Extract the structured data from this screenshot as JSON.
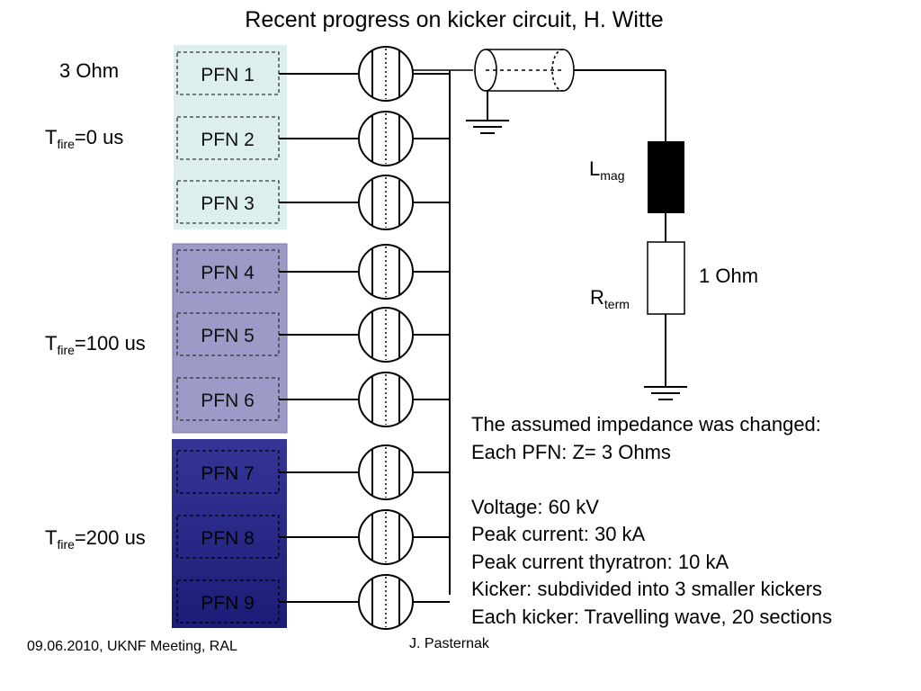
{
  "title": "Recent progress on kicker circuit, H. Witte",
  "pfn_labels": [
    "PFN 1",
    "PFN 2",
    "PFN 3",
    "PFN 4",
    "PFN 5",
    "PFN 6",
    "PFN 7",
    "PFN 8",
    "PFN 9"
  ],
  "groups": [
    {
      "label_main": "3 Ohm",
      "color": "#dcefed"
    },
    {
      "label_main": "T",
      "label_sub": "fire",
      "label_rest": "=0 us"
    },
    {
      "label_main": "T",
      "label_sub": "fire",
      "label_rest": "=100 us",
      "color": "#9c9ac6"
    },
    {
      "label_main": "T",
      "label_sub": "fire",
      "label_rest": "=200 us",
      "color": "#2a2a8a"
    }
  ],
  "components": {
    "inductor": {
      "label_main": "L",
      "label_sub": "mag"
    },
    "resistor": {
      "label_main": "R",
      "label_sub": "term",
      "value": "1 Ohm"
    }
  },
  "info_lines": [
    "The assumed impedance was changed:",
    "Each PFN: Z= 3 Ohms",
    "",
    "Voltage: 60 kV",
    "Peak current: 30 kA",
    "Peak current thyratron: 10 kA",
    "Kicker: subdivided into 3 smaller kickers",
    "Each kicker: Travelling wave, 20 sections"
  ],
  "footer": {
    "left": "09.06.2010, UKNF Meeting, RAL",
    "center": "J. Pasternak"
  }
}
